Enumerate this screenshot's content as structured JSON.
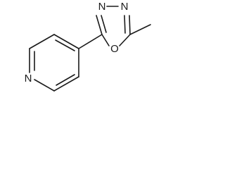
{
  "molecule": {
    "atoms": {
      "ring_nitrogen_1": "N",
      "ring_nitrogen_2": "N",
      "ring_oxygen": "O",
      "pyridine_nitrogen": "N"
    }
  }
}
